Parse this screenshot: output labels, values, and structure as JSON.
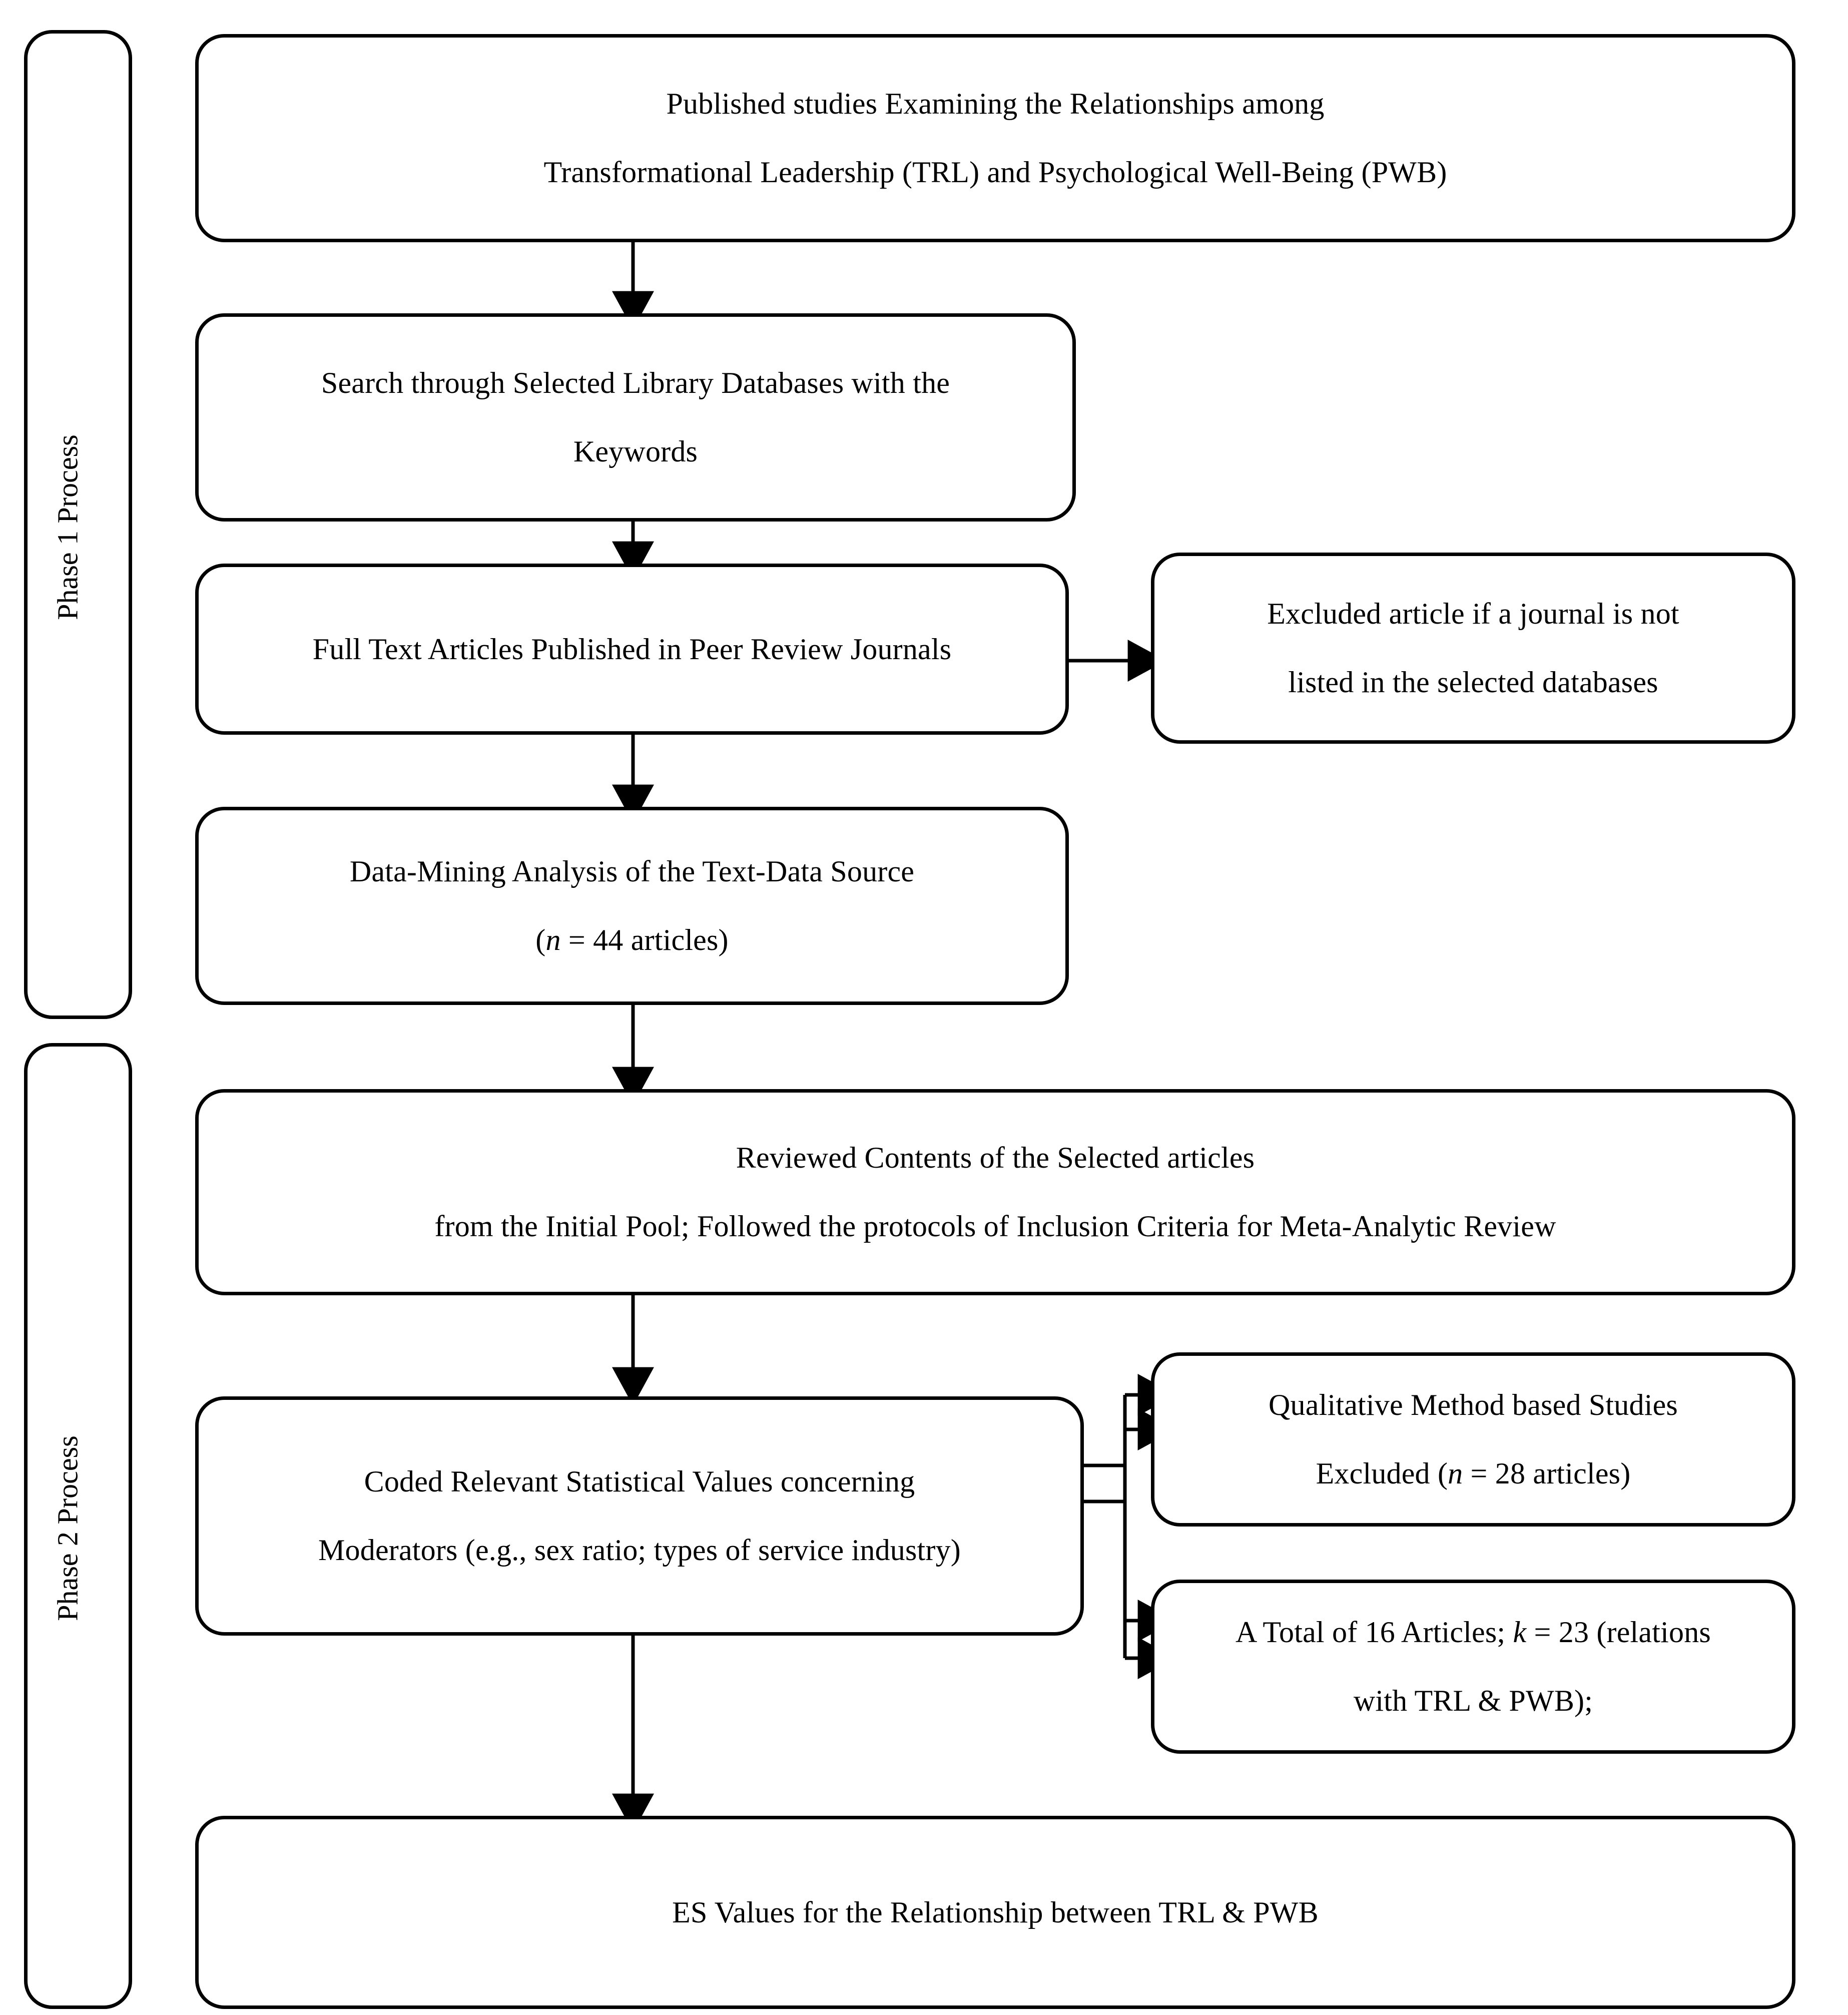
{
  "diagram": {
    "title": "Meta-analytic study selection flow diagram",
    "line_color": "#000000",
    "background_color": "#ffffff",
    "phases": [
      {
        "id": "phase1",
        "label": "Phase 1 Process"
      },
      {
        "id": "phase2",
        "label": "Phase 2 Process"
      }
    ],
    "nodes": {
      "published_studies": {
        "line1": "Published studies Examining the Relationships among",
        "line2": "Transformational Leadership (TRL) and Psychological Well-Being (PWB)"
      },
      "search_databases": {
        "line1": "Search through Selected Library Databases with the",
        "line2": "Keywords"
      },
      "full_text_articles": {
        "line1": "Full Text Articles Published in Peer Review Journals"
      },
      "excluded_journal": {
        "line1": "Excluded article if a journal is not",
        "line2": "listed in the selected databases"
      },
      "data_mining": {
        "line1": "Data-Mining Analysis of the Text-Data Source",
        "line2_pre": "(",
        "line2_italic": "n",
        "line2_post": " = 44 articles)"
      },
      "reviewed_contents": {
        "line1": "Reviewed Contents of the Selected articles",
        "line2": "from the Initial Pool; Followed the protocols of Inclusion Criteria for Meta-Analytic Review"
      },
      "coded_values": {
        "line1": "Coded Relevant Statistical Values concerning",
        "line2": "Moderators (e.g., sex ratio; types of service industry)"
      },
      "qualitative_excluded": {
        "line1": "Qualitative Method based Studies",
        "line2_pre": "Excluded (",
        "line2_italic": "n",
        "line2_post": " = 28 articles)"
      },
      "total_articles": {
        "line1_pre": "A Total of 16 Articles; ",
        "line1_italic": "k",
        "line1_post": " = 23 (relations",
        "line2": "with TRL & PWB);"
      },
      "es_values": {
        "line1": "ES Values for the Relationship between TRL & PWB"
      }
    },
    "connectors": [
      {
        "id": "published-to-search",
        "type": "arrow-down"
      },
      {
        "id": "search-to-fulltext",
        "type": "arrow-down"
      },
      {
        "id": "fulltext-to-excluded",
        "type": "arrow-right"
      },
      {
        "id": "fulltext-to-datamining",
        "type": "arrow-down"
      },
      {
        "id": "datamining-to-reviewed",
        "type": "arrow-down"
      },
      {
        "id": "reviewed-to-coded",
        "type": "arrow-down"
      },
      {
        "id": "coded-to-qualitative-a",
        "type": "arrow-right"
      },
      {
        "id": "coded-to-qualitative-b",
        "type": "arrow-right"
      },
      {
        "id": "coded-to-total-a",
        "type": "arrow-right"
      },
      {
        "id": "coded-to-total-b",
        "type": "arrow-right"
      },
      {
        "id": "coded-to-es",
        "type": "arrow-down"
      }
    ]
  }
}
